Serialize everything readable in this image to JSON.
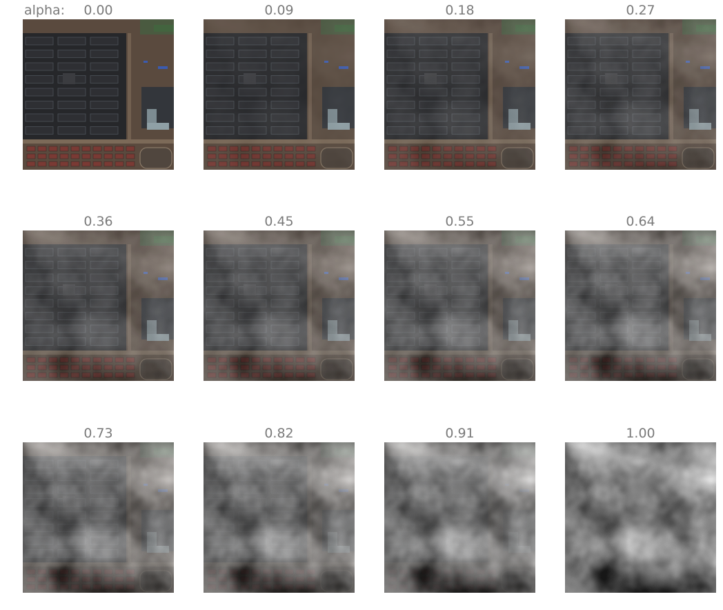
{
  "prefix_label": "alpha:",
  "panels": [
    {
      "alpha": 0.0,
      "label": "0.00"
    },
    {
      "alpha": 0.09,
      "label": "0.09"
    },
    {
      "alpha": 0.18,
      "label": "0.18"
    },
    {
      "alpha": 0.27,
      "label": "0.27"
    },
    {
      "alpha": 0.36,
      "label": "0.36"
    },
    {
      "alpha": 0.45,
      "label": "0.45"
    },
    {
      "alpha": 0.55,
      "label": "0.55"
    },
    {
      "alpha": 0.64,
      "label": "0.64"
    },
    {
      "alpha": 0.73,
      "label": "0.73"
    },
    {
      "alpha": 0.82,
      "label": "0.82"
    },
    {
      "alpha": 0.91,
      "label": "0.91"
    },
    {
      "alpha": 1.0,
      "label": "1.00"
    }
  ],
  "colors": {
    "title_text": "#7a7a7a",
    "ground": "#5a4a3e",
    "building_roof": "#2e2f33",
    "building_edge": "#4c5258",
    "road": "#7c6a58",
    "red_roof": "#7a3a34",
    "cloud_light": "#e6e6e6",
    "cloud_dark": "#2f2f2f"
  }
}
